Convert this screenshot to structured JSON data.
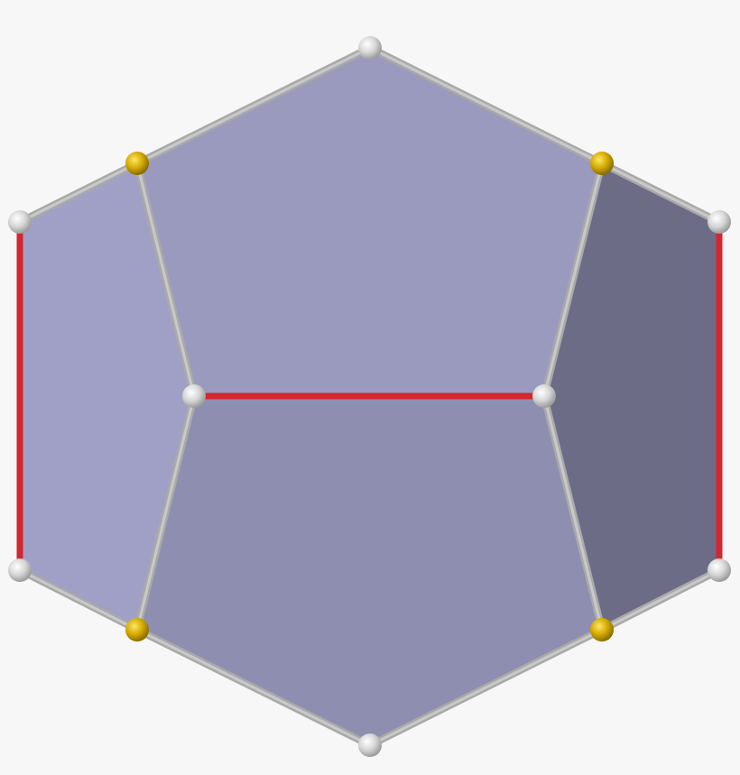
{
  "colors": {
    "background": "#f7f7f7",
    "face_top": "#9a9abf",
    "face_left": "#a0a0c6",
    "face_bottom": "#8e8eb0",
    "face_right": "#6c6c86",
    "edge_gray": "#a9a9a9",
    "edge_red": "#d3262e",
    "vertex_white": "#e0e0e0",
    "vertex_gold": "#d4aa00"
  },
  "faces": [
    {
      "name": "top-face",
      "color_key": "face_top"
    },
    {
      "name": "left-face",
      "color_key": "face_left"
    },
    {
      "name": "bottom-face",
      "color_key": "face_bottom"
    },
    {
      "name": "right-face",
      "color_key": "face_right"
    }
  ],
  "edges": [
    {
      "name": "edge-top-left",
      "type": "gray"
    },
    {
      "name": "edge-top-right",
      "type": "gray"
    },
    {
      "name": "edge-upper-left-outer",
      "type": "gray"
    },
    {
      "name": "edge-upper-right-outer",
      "type": "gray"
    },
    {
      "name": "edge-left-vertical",
      "type": "red"
    },
    {
      "name": "edge-right-vertical",
      "type": "red"
    },
    {
      "name": "edge-lower-left-outer",
      "type": "gray"
    },
    {
      "name": "edge-lower-right-outer",
      "type": "gray"
    },
    {
      "name": "edge-bottom-left",
      "type": "gray"
    },
    {
      "name": "edge-bottom-right",
      "type": "gray"
    },
    {
      "name": "edge-inner-upper-left",
      "type": "gray"
    },
    {
      "name": "edge-inner-upper-right",
      "type": "gray"
    },
    {
      "name": "edge-inner-lower-left",
      "type": "gray"
    },
    {
      "name": "edge-inner-lower-right",
      "type": "gray"
    },
    {
      "name": "edge-center-horizontal",
      "type": "red"
    }
  ],
  "vertices": [
    {
      "name": "vertex-top",
      "type": "white"
    },
    {
      "name": "vertex-upper-left",
      "type": "gold"
    },
    {
      "name": "vertex-upper-right",
      "type": "gold"
    },
    {
      "name": "vertex-left-top",
      "type": "white"
    },
    {
      "name": "vertex-right-top",
      "type": "white"
    },
    {
      "name": "vertex-inner-left",
      "type": "white"
    },
    {
      "name": "vertex-inner-right",
      "type": "white"
    },
    {
      "name": "vertex-left-bottom",
      "type": "white"
    },
    {
      "name": "vertex-right-bottom",
      "type": "white"
    },
    {
      "name": "vertex-lower-left",
      "type": "gold"
    },
    {
      "name": "vertex-lower-right",
      "type": "gold"
    },
    {
      "name": "vertex-bottom",
      "type": "white"
    }
  ]
}
